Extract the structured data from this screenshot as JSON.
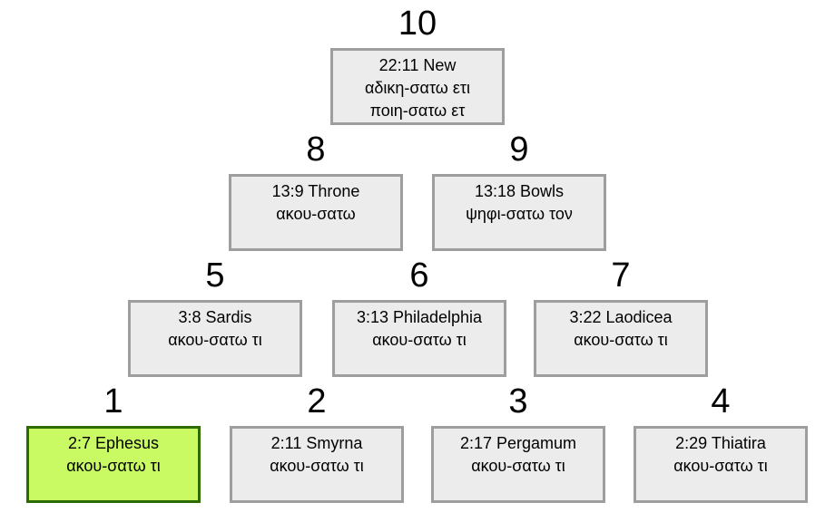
{
  "colors": {
    "background": "#ffffff",
    "box_fill": "#ececec",
    "box_border": "#9e9e9e",
    "highlight_fill": "#c9fa64",
    "highlight_border": "#2b6b00",
    "text": "#000000"
  },
  "nodes": [
    {
      "number": "10",
      "lines": [
        "22:11 New",
        "αδικη-σατω ετι",
        "ποιη-σατω ετ"
      ],
      "highlighted": false
    },
    {
      "number": "8",
      "lines": [
        "13:9 Throne",
        "ακου-σατω"
      ],
      "highlighted": false
    },
    {
      "number": "9",
      "lines": [
        "13:18 Bowls",
        "ψηφι-σατω τον"
      ],
      "highlighted": false
    },
    {
      "number": "5",
      "lines": [
        "3:8 Sardis",
        "ακου-σατω τι"
      ],
      "highlighted": false
    },
    {
      "number": "6",
      "lines": [
        "3:13 Philadelphia",
        "ακου-σατω τι"
      ],
      "highlighted": false
    },
    {
      "number": "7",
      "lines": [
        "3:22 Laodicea",
        "ακου-σατω τι"
      ],
      "highlighted": false
    },
    {
      "number": "1",
      "lines": [
        "2:7 Ephesus",
        "ακου-σατω τι"
      ],
      "highlighted": true
    },
    {
      "number": "2",
      "lines": [
        "2:11 Smyrna",
        "ακου-σατω τι"
      ],
      "highlighted": false
    },
    {
      "number": "3",
      "lines": [
        "2:17 Pergamum",
        "ακου-σατω τι"
      ],
      "highlighted": false
    },
    {
      "number": "4",
      "lines": [
        "2:29 Thiatira",
        "ακου-σατω τι"
      ],
      "highlighted": false
    }
  ]
}
